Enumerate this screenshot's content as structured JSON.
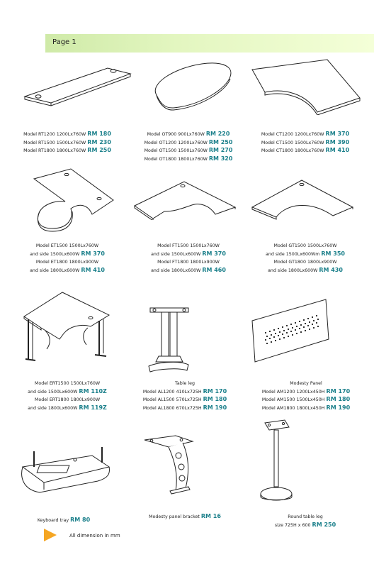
{
  "header": {
    "page_label": "Page 1"
  },
  "items": [
    {
      "lines": [
        {
          "text": "Model RT1200  1200Lx760W ",
          "price": "RM 180"
        },
        {
          "text": "Model RT1500  1500Lx760W ",
          "price": "RM 230"
        },
        {
          "text": "Model RT1800  1800Lx760W ",
          "price": "RM 250"
        }
      ]
    },
    {
      "lines": [
        {
          "text": "Model OT900  900Lx760W ",
          "price": "RM 220"
        },
        {
          "text": "Model OT1200  1200Lx760W ",
          "price": "RM 250"
        },
        {
          "text": "Model OT1500  1500Lx760W ",
          "price": "RM 270"
        },
        {
          "text": "Model OT1800  1800Lx760W ",
          "price": "RM 320"
        }
      ]
    },
    {
      "lines": [
        {
          "text": "Model CT1200  1200Lx760W ",
          "price": "RM 370"
        },
        {
          "text": "Model CT1500  1500Lx760W ",
          "price": "RM 390"
        },
        {
          "text": "Model CT1800  1800Lx760W ",
          "price": "RM 410"
        }
      ]
    },
    {
      "lines": [
        {
          "text": "Model ET1500  1500Lx760W",
          "price": ""
        },
        {
          "text": "and side 1500Lx600W ",
          "price": "RM 370"
        },
        {
          "text": "Model ET1800  1800Lx900W",
          "price": ""
        },
        {
          "text": "and side 1800Lx600W ",
          "price": "RM 410"
        }
      ]
    },
    {
      "lines": [
        {
          "text": "Model FT1500  1500Lx760W",
          "price": ""
        },
        {
          "text": "and side 1500Lx600W ",
          "price": "RM 370"
        },
        {
          "text": "Model FT1800  1800Lx900W",
          "price": ""
        },
        {
          "text": "and side 1800Lx600W ",
          "price": "RM 460"
        }
      ]
    },
    {
      "lines": [
        {
          "text": "Model GT1500  1500Lx760W",
          "price": ""
        },
        {
          "text": "and side 1500Lx600Wm ",
          "price": "RM 350"
        },
        {
          "text": "Model GT1800  1800Lx900W",
          "price": ""
        },
        {
          "text": "and side 1800Lx600W ",
          "price": "RM 430"
        }
      ]
    },
    {
      "lines": [
        {
          "text": "Model ERT1500  1500Lx760W",
          "price": ""
        },
        {
          "text": "and side 1500Lx600W ",
          "price": "RM 110Z"
        },
        {
          "text": "Model ERT1800  1800Lx900W",
          "price": ""
        },
        {
          "text": "and side 1800Lx600W ",
          "price": "RM 119Z"
        }
      ]
    },
    {
      "lines": [
        {
          "text": "Table leg",
          "price": ""
        },
        {
          "text": "Model AL1200  410Lx725H ",
          "price": "RM 170"
        },
        {
          "text": "Model AL1500  570Lx725H ",
          "price": "RM 180"
        },
        {
          "text": "Model AL1800  670Lx725H ",
          "price": "RM 190"
        }
      ]
    },
    {
      "lines": [
        {
          "text": "Modesty Panel",
          "price": ""
        },
        {
          "text": "Model AM1200  1200Lx450H ",
          "price": "RM 170"
        },
        {
          "text": "Model AM1500  1500Lx450H ",
          "price": "RM 180"
        },
        {
          "text": "Model AM1800  1800Lx450H ",
          "price": "RM 190"
        }
      ]
    },
    {
      "lines": [
        {
          "text": "Keyboard tray ",
          "price": "RM 80"
        }
      ]
    },
    {
      "lines": [
        {
          "text": "Modesty panel bracket ",
          "price": "RM 16"
        }
      ]
    },
    {
      "lines": [
        {
          "text": "Round table leg",
          "price": ""
        },
        {
          "text": "size 725H x 600 ",
          "price": "RM 250"
        }
      ]
    }
  ],
  "footer": {
    "note": "All dimension in mm",
    "arrow_color": "#f5a623"
  }
}
